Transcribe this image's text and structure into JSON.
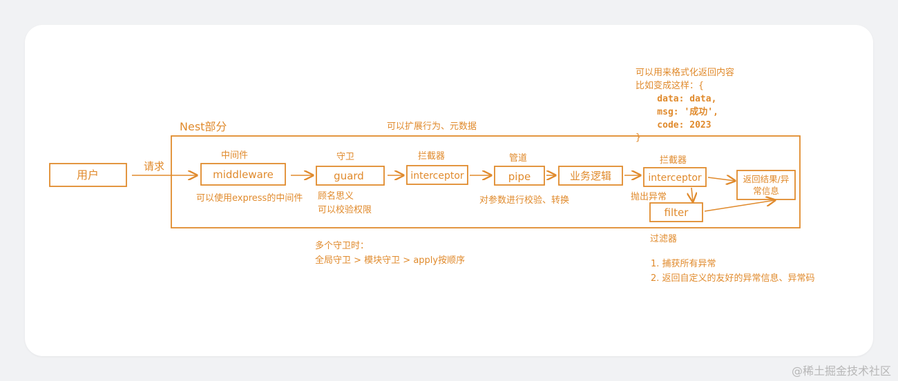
{
  "colors": {
    "accent": "#e08a2c",
    "card": "#ffffff",
    "page": "#f1f2f4",
    "watermark": "#b7b7b7"
  },
  "section_title": "Nest部分",
  "top_note": "可以扩展行为、元数据",
  "user_box": "用户",
  "request_label": "请求",
  "middleware": {
    "title": "中间件",
    "box": "middleware",
    "note": "可以使用express的中间件"
  },
  "guard": {
    "title": "守卫",
    "box": "guard",
    "note_lines": [
      "顾名思义",
      "可以校验权限"
    ],
    "multi_lines": [
      "多个守卫时：",
      "全局守卫 > 模块守卫 > apply按顺序"
    ]
  },
  "interceptor1": {
    "title": "拦截器",
    "box": "interceptor"
  },
  "pipe": {
    "title": "管道",
    "box": "pipe",
    "note": "对参数进行校验、转换"
  },
  "business_box": "业务逻辑",
  "interceptor2": {
    "title": "拦截器",
    "box": "interceptor",
    "format_note_lines": [
      "可以用来格式化返回内容",
      "比如变成这样：{",
      "    data: data,",
      "    msg: '成功',",
      "    code: 2023",
      "}"
    ]
  },
  "result_box_lines": [
    "返回结果/异",
    "常信息"
  ],
  "throw_label": "抛出异常",
  "filter": {
    "box": "filter",
    "title": "过滤器",
    "points": [
      "1. 捕获所有异常",
      "2. 返回自定义的友好的异常信息、异常码"
    ]
  },
  "watermark": "@稀土掘金技术社区"
}
